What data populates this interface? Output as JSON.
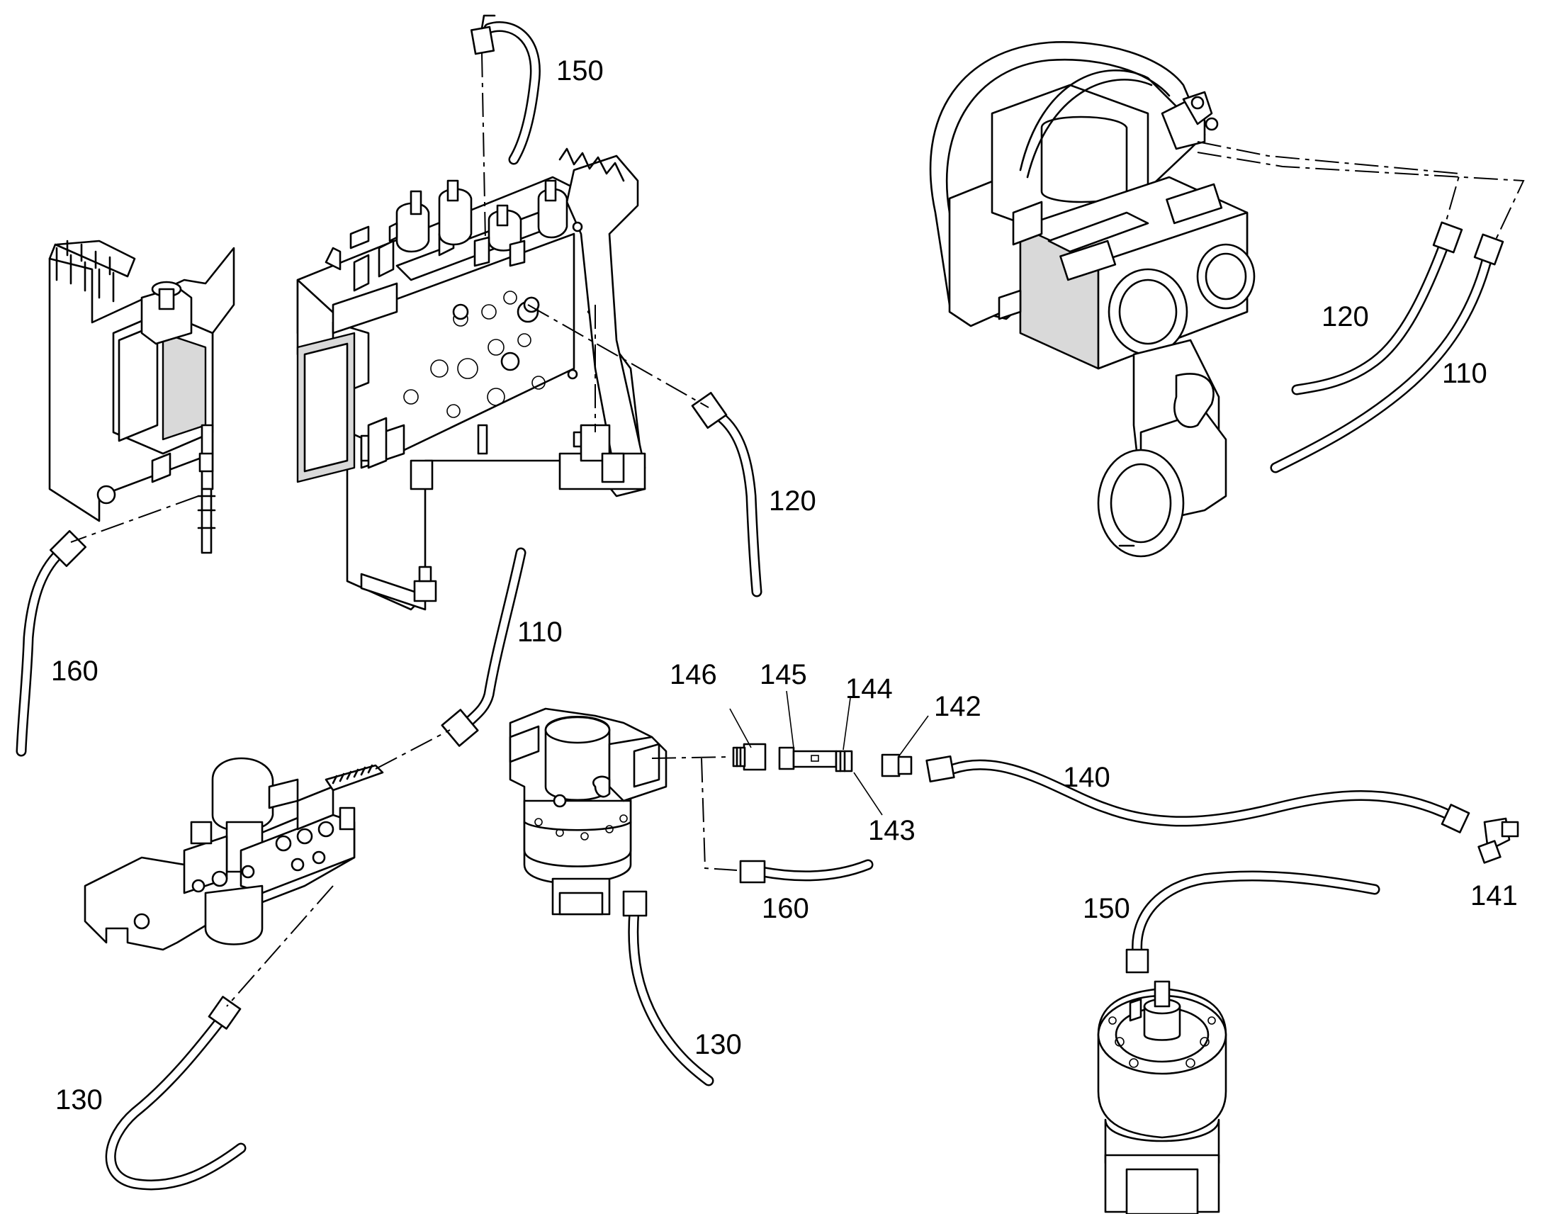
{
  "callouts": {
    "c150_top": "150",
    "c120_top_right": "120",
    "c110_top_right": "110",
    "c120_mid": "120",
    "c160_left": "160",
    "c110_mid": "110",
    "c146": "146",
    "c145": "145",
    "c144": "144",
    "c142": "142",
    "c140": "140",
    "c143": "143",
    "c160_lower": "160",
    "c141": "141",
    "c150_bottom": "150",
    "c130_mid": "130",
    "c130_left": "130"
  }
}
